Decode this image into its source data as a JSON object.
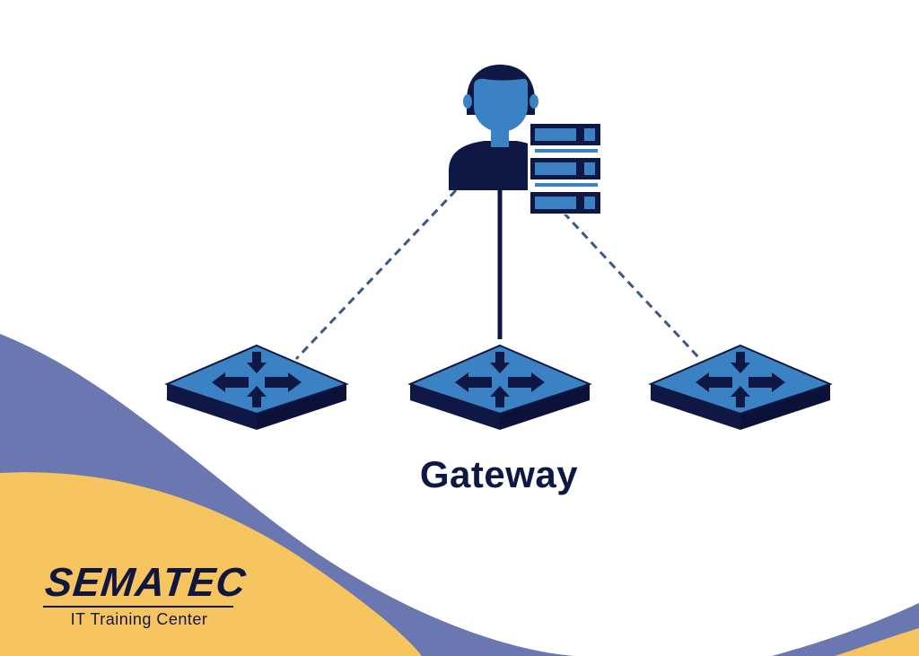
{
  "diagram": {
    "nodes": [
      {
        "id": "admin",
        "type": "person-with-server",
        "icon": "user-server-icon"
      },
      {
        "id": "router-left",
        "type": "router",
        "icon": "router-icon"
      },
      {
        "id": "router-center",
        "type": "router",
        "icon": "router-icon"
      },
      {
        "id": "router-right",
        "type": "router",
        "icon": "router-icon"
      }
    ],
    "edges": [
      {
        "from": "admin",
        "to": "router-left",
        "style": "dashed"
      },
      {
        "from": "admin",
        "to": "router-center",
        "style": "solid"
      },
      {
        "from": "admin",
        "to": "router-right",
        "style": "dashed"
      }
    ],
    "label": "Gateway"
  },
  "brand": {
    "name": "SEMATEC",
    "tagline": "IT Training Center"
  },
  "colors": {
    "navy": "#0f1845",
    "blue": "#3b82c4",
    "dash": "#3d5786",
    "wave_purple": "#6b77b0",
    "wave_yellow": "#f6c560",
    "background": "#ffffff"
  }
}
